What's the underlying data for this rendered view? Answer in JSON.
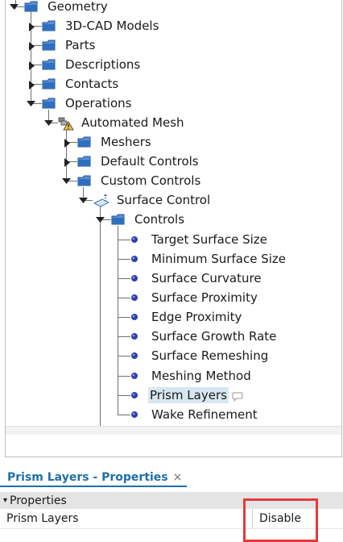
{
  "tree": {
    "nodes": [
      {
        "label": "Geometry",
        "icon": "folder-icon"
      },
      {
        "label": "3D-CAD Models",
        "icon": "folder-icon"
      },
      {
        "label": "Parts",
        "icon": "folder-icon"
      },
      {
        "label": "Descriptions",
        "icon": "folder-icon"
      },
      {
        "label": "Contacts",
        "icon": "folder-icon"
      },
      {
        "label": "Operations",
        "icon": "folder-icon"
      },
      {
        "label": "Automated Mesh",
        "icon": "automated-mesh-warning-icon"
      },
      {
        "label": "Meshers",
        "icon": "folder-icon"
      },
      {
        "label": "Default Controls",
        "icon": "folder-icon"
      },
      {
        "label": "Custom Controls",
        "icon": "folder-icon"
      },
      {
        "label": "Surface Control",
        "icon": "surface-control-icon"
      },
      {
        "label": "Controls",
        "icon": "folder-icon"
      },
      {
        "label": "Target Surface Size",
        "icon": "bullet-icon"
      },
      {
        "label": "Minimum Surface Size",
        "icon": "bullet-icon"
      },
      {
        "label": "Surface Curvature",
        "icon": "bullet-icon"
      },
      {
        "label": "Surface Proximity",
        "icon": "bullet-icon"
      },
      {
        "label": "Edge Proximity",
        "icon": "bullet-icon"
      },
      {
        "label": "Surface Growth Rate",
        "icon": "bullet-icon"
      },
      {
        "label": "Surface Remeshing",
        "icon": "bullet-icon"
      },
      {
        "label": "Meshing Method",
        "icon": "bullet-icon"
      },
      {
        "label": "Prism Layers",
        "icon": "bullet-icon",
        "selected": true
      },
      {
        "label": "Wake Refinement",
        "icon": "bullet-icon"
      }
    ]
  },
  "properties_panel": {
    "tab_title": "Prism Layers - Properties",
    "tab_close": "×",
    "section_header": "Properties",
    "section_arrow": "▾",
    "row_name": "Prism Layers",
    "row_value": "Disable"
  },
  "colors": {
    "folder": "#2f6fc0",
    "bullet": "#2f3fb0",
    "highlight": "#e8383a",
    "tab_accent": "#1f6fa5"
  }
}
